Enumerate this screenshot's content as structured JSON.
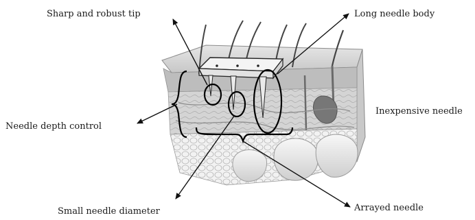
{
  "diagram": {
    "labels": {
      "tip": "Sharp and robust tip",
      "body": "Long needle body",
      "depth": "Needle depth control",
      "cost": "Inexpensive needle",
      "diameter": "Small needle diameter",
      "array": "Arrayed needle"
    }
  }
}
